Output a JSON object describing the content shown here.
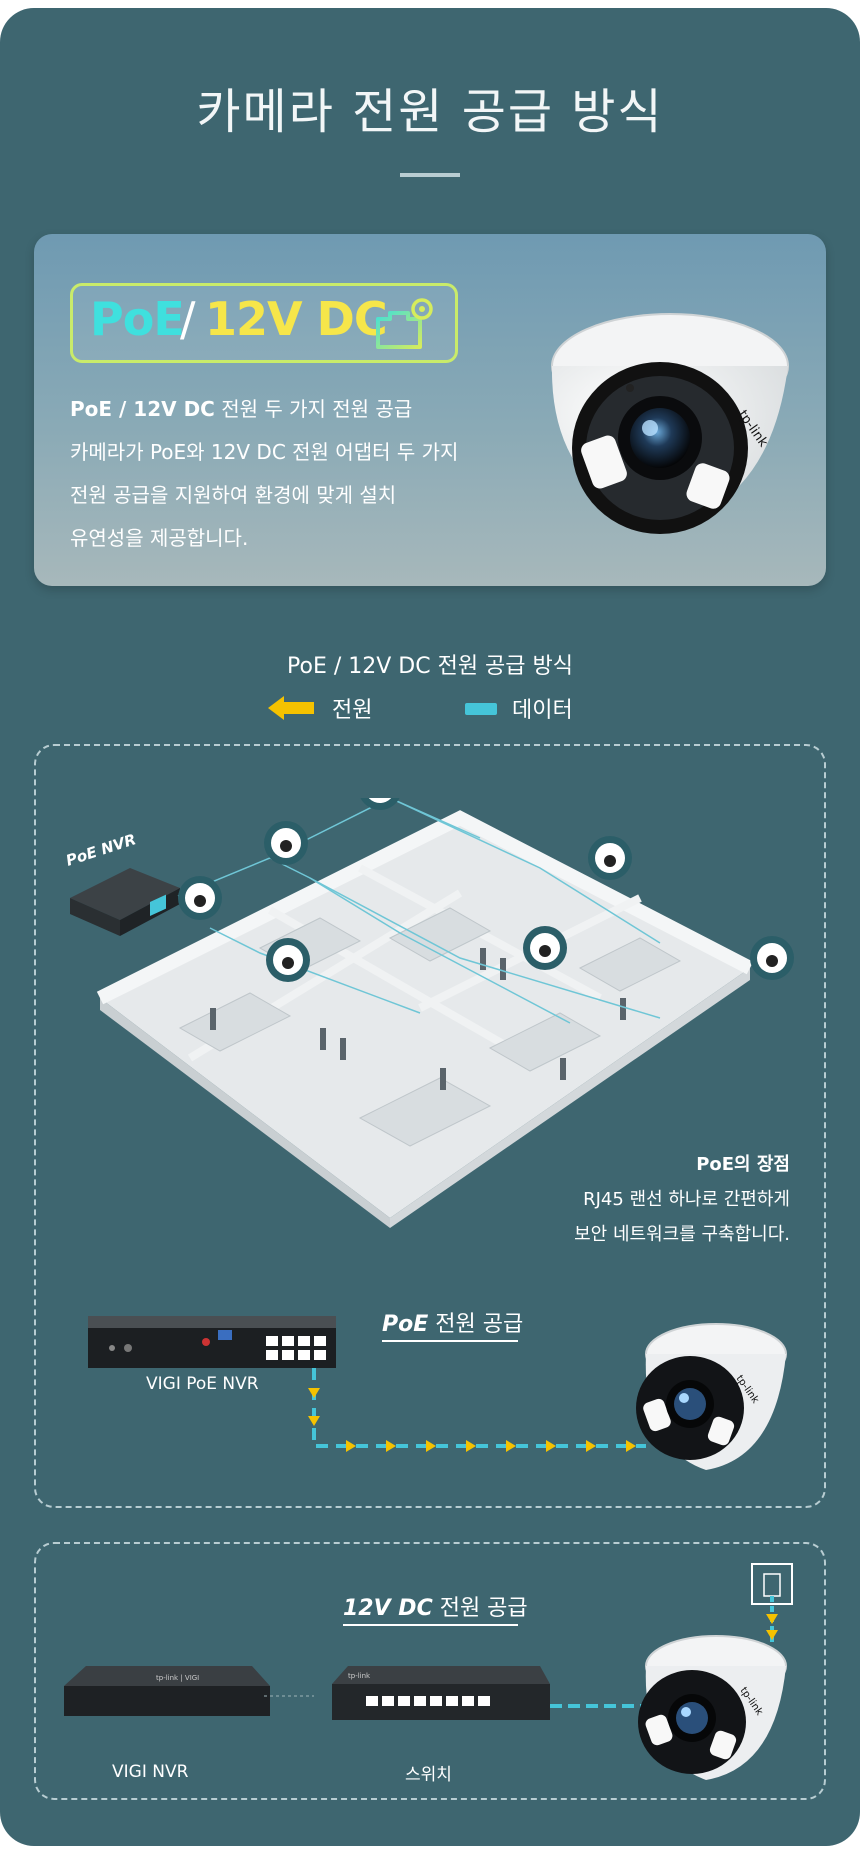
{
  "header": {
    "title": "카메라 전원 공급 방식"
  },
  "feature_card": {
    "badge_poe": "PoE",
    "badge_slash": "/",
    "badge_dc": "12V DC",
    "headline_bold": "PoE / 12V DC",
    "headline_rest": " 전원 두 가지 전원 공급",
    "desc_line1": "카메라가 PoE와 12V DC 전원 어댑터 두 가지",
    "desc_line2": "전원 공급을 지원하여 환경에 맞게 설치",
    "desc_line3": "유연성을 제공합니다.",
    "camera_logo": "tp-link",
    "icon": "ethernet-port-icon"
  },
  "legend": {
    "title": "PoE / 12V DC 전원 공급 방식",
    "power_label": "전원",
    "data_label": "데이터",
    "power_color": "#f5c200",
    "data_color": "#45c5d9"
  },
  "poe_section": {
    "nvr_tag": "PoE NVR",
    "advantage_title": "PoE의 장점",
    "advantage_line1": "RJ45 랜선 하나로 간편하게",
    "advantage_line2": "보안 네트워크를 구축합니다.",
    "title_italic": "PoE",
    "title_rest": " 전원 공급",
    "nvr_label": "VIGI PoE NVR",
    "camera_logo": "tp-link"
  },
  "dc_section": {
    "title_italic": "12V DC",
    "title_rest": " 전원 공급",
    "nvr_label": "VIGI NVR",
    "switch_label": "스위치",
    "nvr_brand": "tp-link | VIGI",
    "switch_brand": "tp-link",
    "camera_logo": "tp-link"
  }
}
